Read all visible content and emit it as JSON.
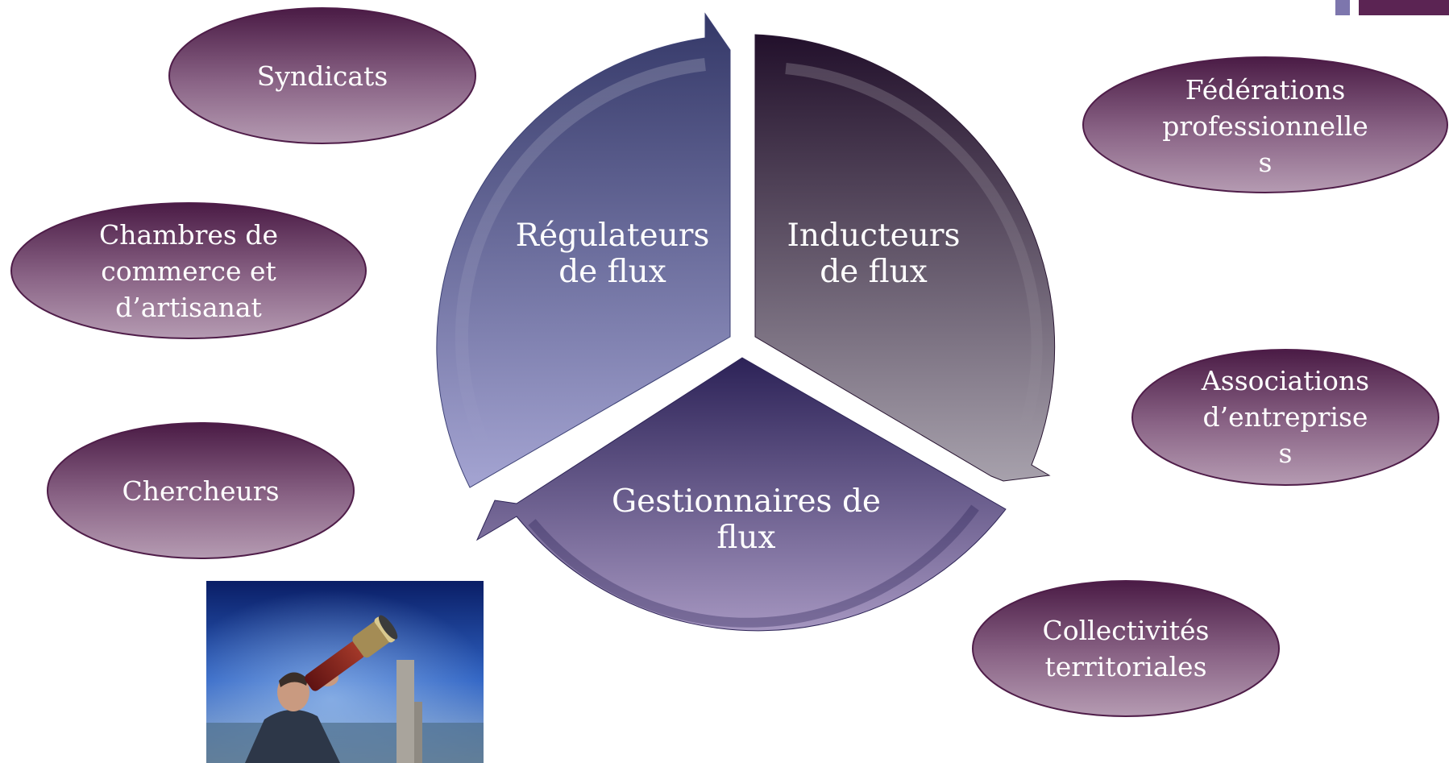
{
  "cycle": {
    "segments": [
      {
        "id": "regulateurs",
        "label": "Régulateurs\nde flux"
      },
      {
        "id": "inducteurs",
        "label": "Inducteurs\nde flux"
      },
      {
        "id": "gestionnaires",
        "label": "Gestionnaires de\nflux"
      }
    ]
  },
  "actors": [
    {
      "id": "syndicats",
      "label": "Syndicats"
    },
    {
      "id": "chambres",
      "label": "Chambres de\ncommerce et\nd’artisanat"
    },
    {
      "id": "chercheurs",
      "label": "Chercheurs"
    },
    {
      "id": "federations",
      "label": "Fédérations\nprofessionnelle\ns"
    },
    {
      "id": "associations",
      "label": "Associations\nd’entreprise\ns"
    },
    {
      "id": "collectivites",
      "label": "Collectivités\nterritoriales"
    }
  ],
  "colors": {
    "oval_top": "#4a1b45",
    "oval_bottom": "#b59bb2",
    "oval_border": "#4f1d49",
    "regulateurs_top": "#343868",
    "regulateurs_bottom": "#a4a4d2",
    "inducteurs_top": "#22102b",
    "inducteurs_bottom": "#a7a1ac",
    "gestionnaires_top": "#2c2257",
    "gestionnaires_bottom": "#a596c0"
  },
  "photo": {
    "subject": "man-looking-through-telescope"
  }
}
